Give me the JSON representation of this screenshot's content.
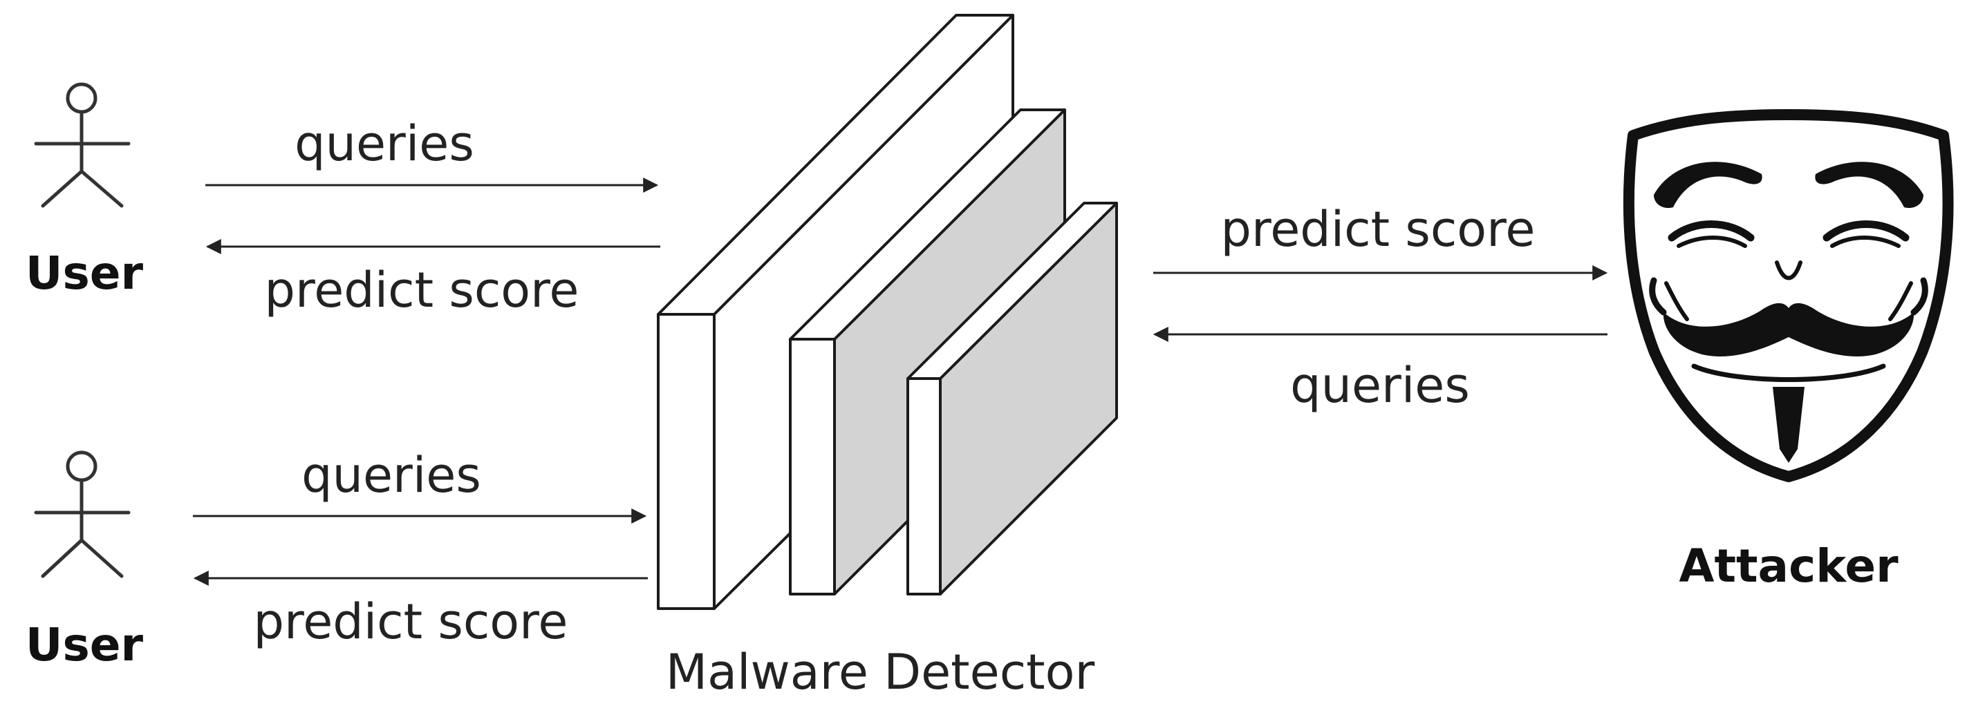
{
  "users": [
    {
      "label": "User",
      "query_label": "queries",
      "response_label": "predict score"
    },
    {
      "label": "User",
      "query_label": "queries",
      "response_label": "predict score"
    }
  ],
  "detector": {
    "label": "Malware Detector",
    "layers": 3
  },
  "attacker": {
    "label": "Attacker",
    "score_label": "predict score",
    "query_label": "queries",
    "icon": "guy-fawkes-mask-icon"
  },
  "colors": {
    "stroke": "#1a1a1a",
    "layer_side_fill": "#d3d3d3",
    "background": "#ffffff"
  }
}
